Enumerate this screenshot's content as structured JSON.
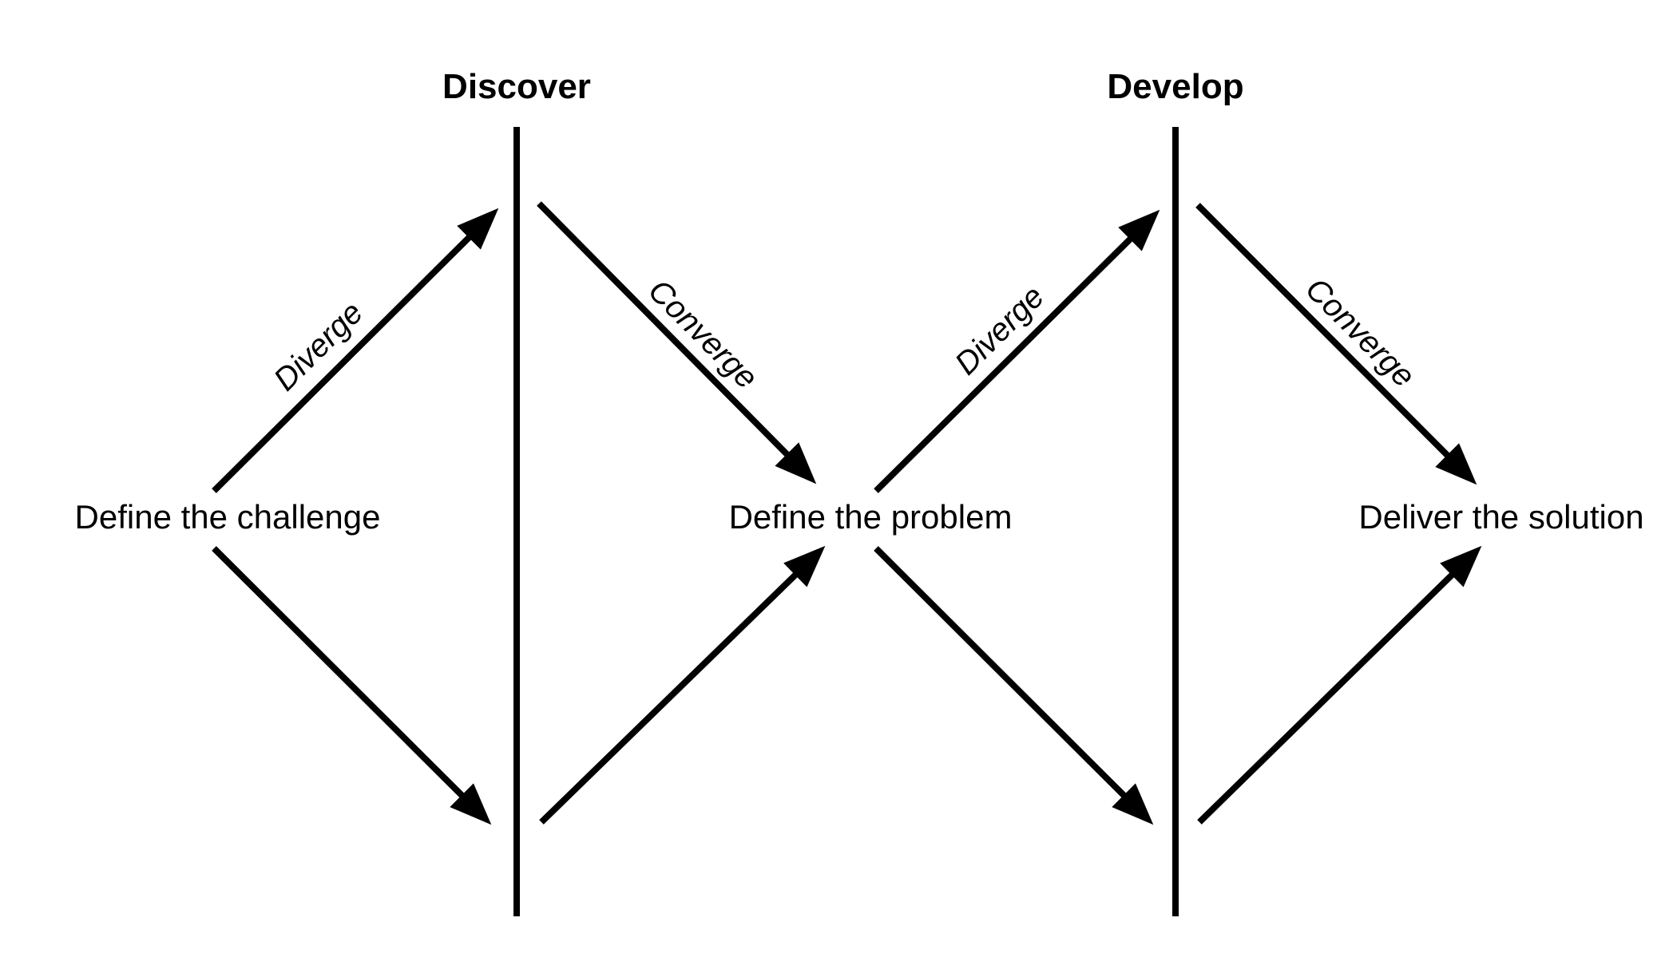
{
  "diagram": {
    "kind": "double-diamond-process",
    "background_color": "#ffffff",
    "stroke_color": "#000000",
    "phases": [
      {
        "label": "Discover"
      },
      {
        "label": "Develop"
      }
    ],
    "stages": [
      {
        "label": "Define the challenge"
      },
      {
        "label": "Define the problem"
      },
      {
        "label": "Deliver the solution"
      }
    ],
    "arrow_labels": {
      "diverge": "Diverge",
      "converge": "Converge"
    }
  }
}
